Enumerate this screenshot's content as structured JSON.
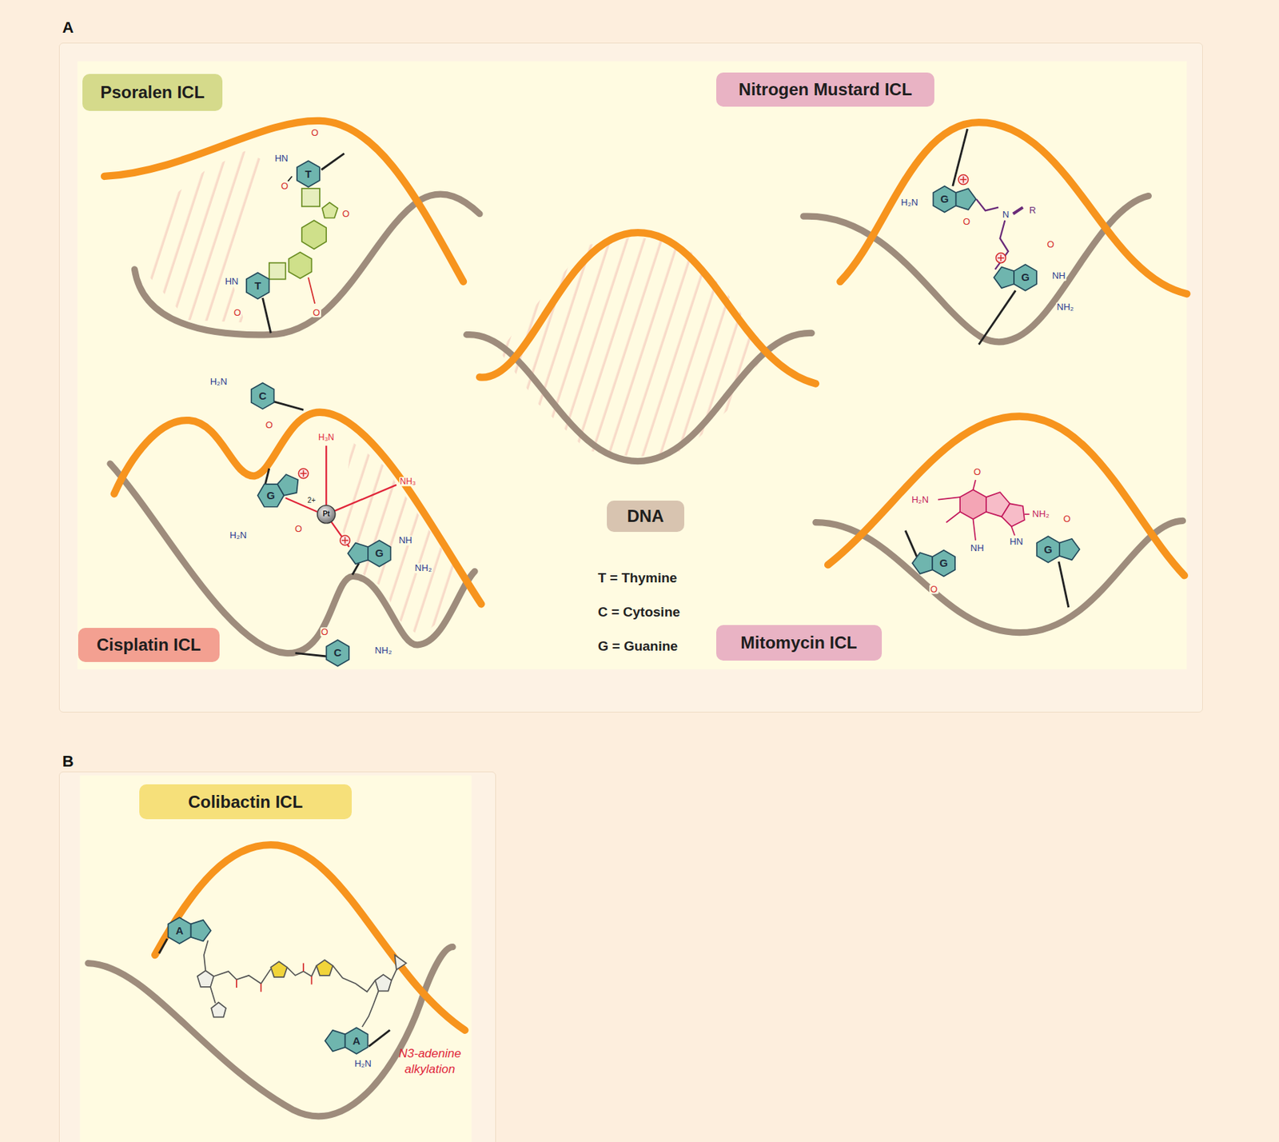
{
  "diagram": {
    "nodes": [
      {
        "text": [
          "A"
        ]
      },
      {
        "text": [
          "Psoralen ICL"
        ],
        "in": 0
      },
      {
        "text": [
          "Nitrogen Mustard ICL"
        ],
        "in": 0
      },
      {
        "text": [
          "DNA"
        ],
        "in": 0
      },
      {
        "text": [
          "Cisplatin ICL"
        ],
        "in": 0
      },
      {
        "text": [
          "Mitomycin ICL"
        ],
        "in": 0
      },
      {
        "text": [
          "B"
        ]
      },
      {
        "text": [
          "Colibactin ICL"
        ],
        "in": 6
      }
    ],
    "labels": [
      "T",
      "HN",
      "O",
      "O",
      "T",
      "HN",
      "O",
      "O",
      "O",
      "G",
      "H₂N",
      "O",
      "N",
      "R",
      "G",
      "O",
      "NH",
      "NH₂",
      "H₂N",
      "C",
      "O",
      "G",
      "H₂N",
      "O",
      "H₃N",
      "NH₃",
      "Pt",
      "2+",
      "G",
      "NH",
      "NH₂",
      "O",
      "C",
      "NH₂",
      "T = Thymine",
      "C = Cytosine",
      "G = Guanine",
      "H₂N",
      "O",
      "NH₂",
      "O",
      "G",
      "NH",
      "O",
      "G",
      "HN",
      "A",
      "A",
      "H₂N",
      "N3-adenine alkylation"
    ]
  }
}
